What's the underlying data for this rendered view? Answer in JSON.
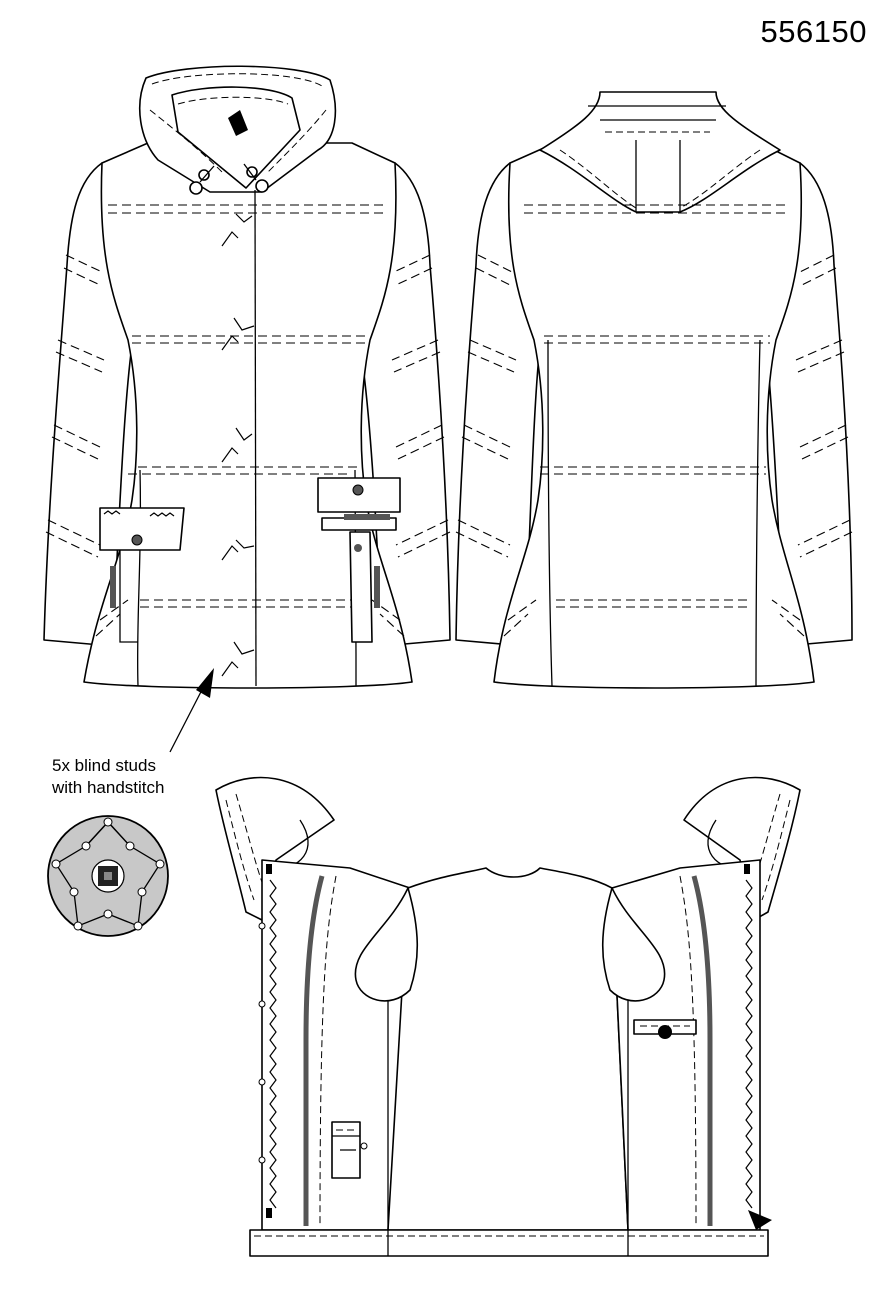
{
  "header": {
    "style_number": "556150"
  },
  "callout": {
    "line1": "5x blind studs",
    "line2": "with handstitch"
  },
  "colors": {
    "line": "#000000",
    "accent_grey": "#555555",
    "detail_fill": "#c8c8c8"
  },
  "views": [
    "front-view",
    "back-view",
    "inside-view"
  ]
}
